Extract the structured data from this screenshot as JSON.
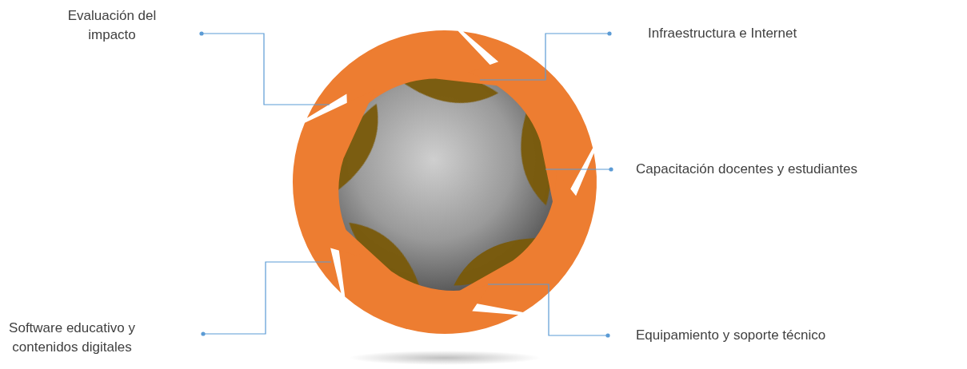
{
  "diagram": {
    "labels": [
      "Evaluación del impacto",
      "Infraestructura e Internet",
      "Capacitación docentes y estudiantes",
      "Software educativo y contenidos digitales",
      "Equipamiento y soporte técnico"
    ]
  }
}
